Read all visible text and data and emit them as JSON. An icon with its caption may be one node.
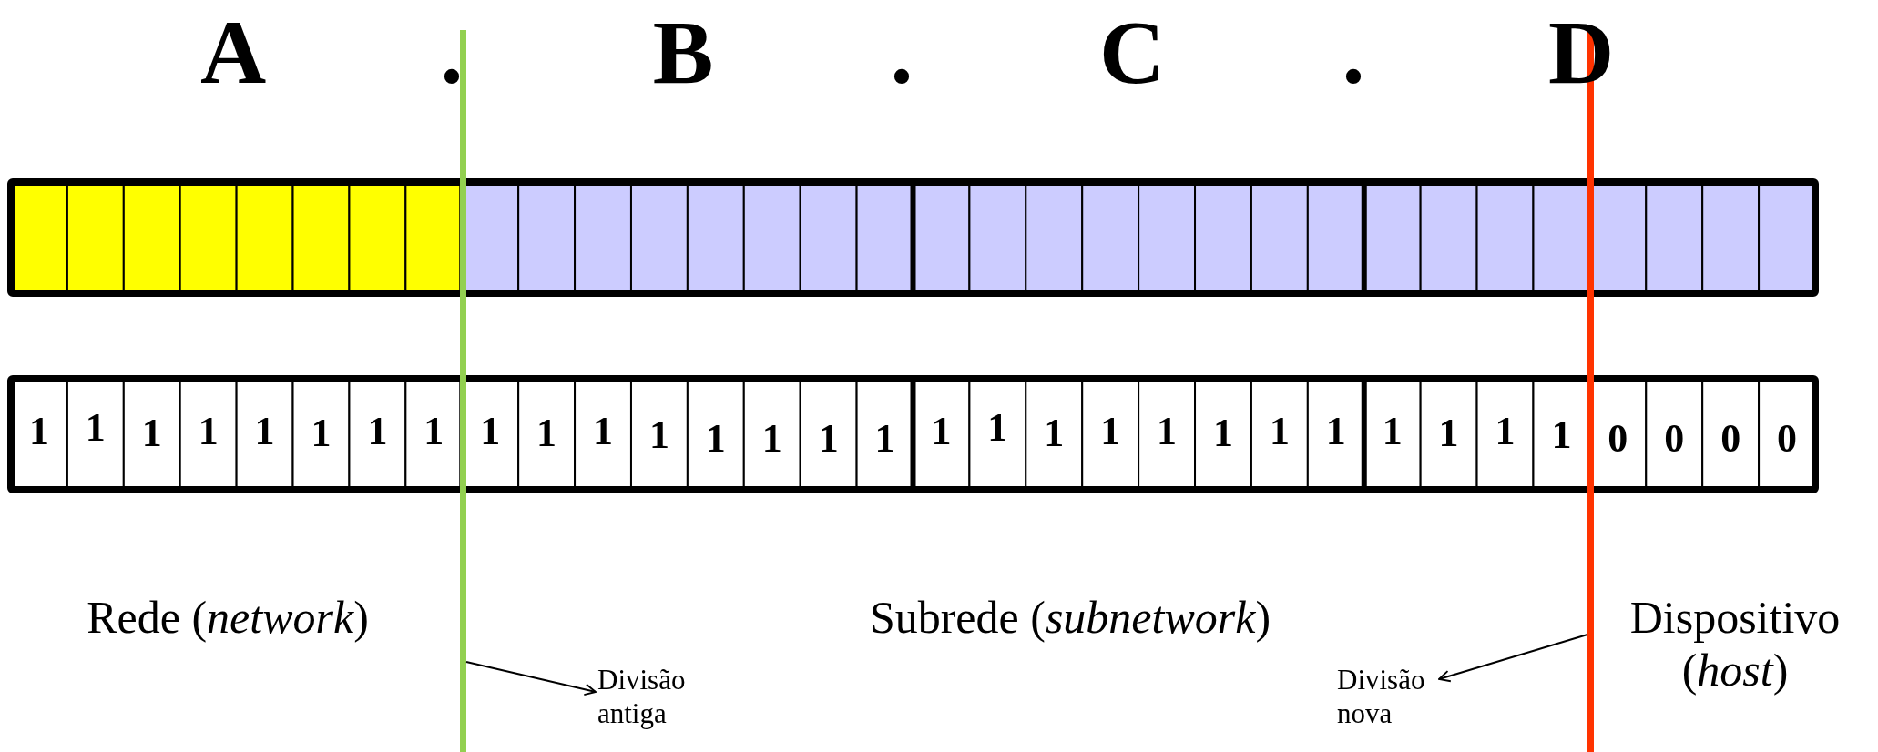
{
  "diagram": {
    "nodes": [
      {
        "text": [],
        "shape": "line"
      },
      {
        "text": [],
        "shape": "line"
      },
      {
        "text": [
          "Divisão antiga"
        ]
      },
      {
        "text": [
          "Divisão nova"
        ]
      }
    ],
    "edges": [
      {
        "from": 0,
        "to": 2,
        "arrow": "to"
      },
      {
        "from": 1,
        "to": 3,
        "arrow": "to"
      }
    ],
    "labels": [
      "A",
      ".",
      "B",
      ".",
      "C",
      ".",
      "D",
      "1",
      "1",
      "1",
      "1",
      "1",
      "1",
      "1",
      "1",
      "1",
      "1",
      "1",
      "1",
      "1",
      "1",
      "1",
      "1",
      "1",
      "1",
      "1",
      "1",
      "1",
      "1",
      "1",
      "1",
      "1",
      "1",
      "1",
      "1",
      "0",
      "0",
      "0",
      "0",
      "Rede (*network*)",
      "Subrede (*subnetwork*)",
      "Dispositivo (*host*)"
    ]
  }
}
